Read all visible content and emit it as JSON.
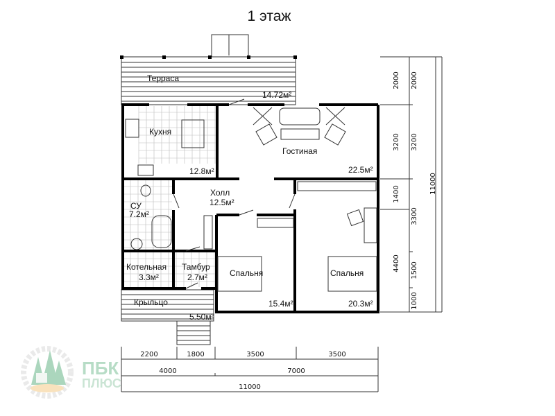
{
  "title": "1 этаж",
  "rooms": [
    {
      "name": "Терраса",
      "area": "14.72м²"
    },
    {
      "name": "Кухня",
      "area": "12.8м²"
    },
    {
      "name": "Гостиная",
      "area": "22.5м²"
    },
    {
      "name": "Холл",
      "area": "12.5м²"
    },
    {
      "name": "СУ",
      "area": "7.2м²"
    },
    {
      "name": "Котельная",
      "area": "3.3м²"
    },
    {
      "name": "Тамбур",
      "area": "2.7м²"
    },
    {
      "name": "Спальня",
      "area": "15.4м²"
    },
    {
      "name": "Спальня",
      "area": "20.3м²"
    },
    {
      "name": "Крыльцо",
      "area": "5.50м²"
    }
  ],
  "dimensions": {
    "bottom_row1": [
      "2200",
      "1800",
      "3500",
      "3500"
    ],
    "bottom_row2": [
      "4000",
      "7000"
    ],
    "bottom_row3": [
      "11000"
    ],
    "right_col1": [
      "2000",
      "3200",
      "1400",
      "4400"
    ],
    "right_col2": [
      "2000",
      "3200",
      "3300",
      "1500",
      "1000"
    ],
    "right_col3": [
      "11000"
    ]
  },
  "logo": {
    "line1": "ПБК",
    "line2": "ПЛЮС",
    "color": "#8fc9a8"
  }
}
